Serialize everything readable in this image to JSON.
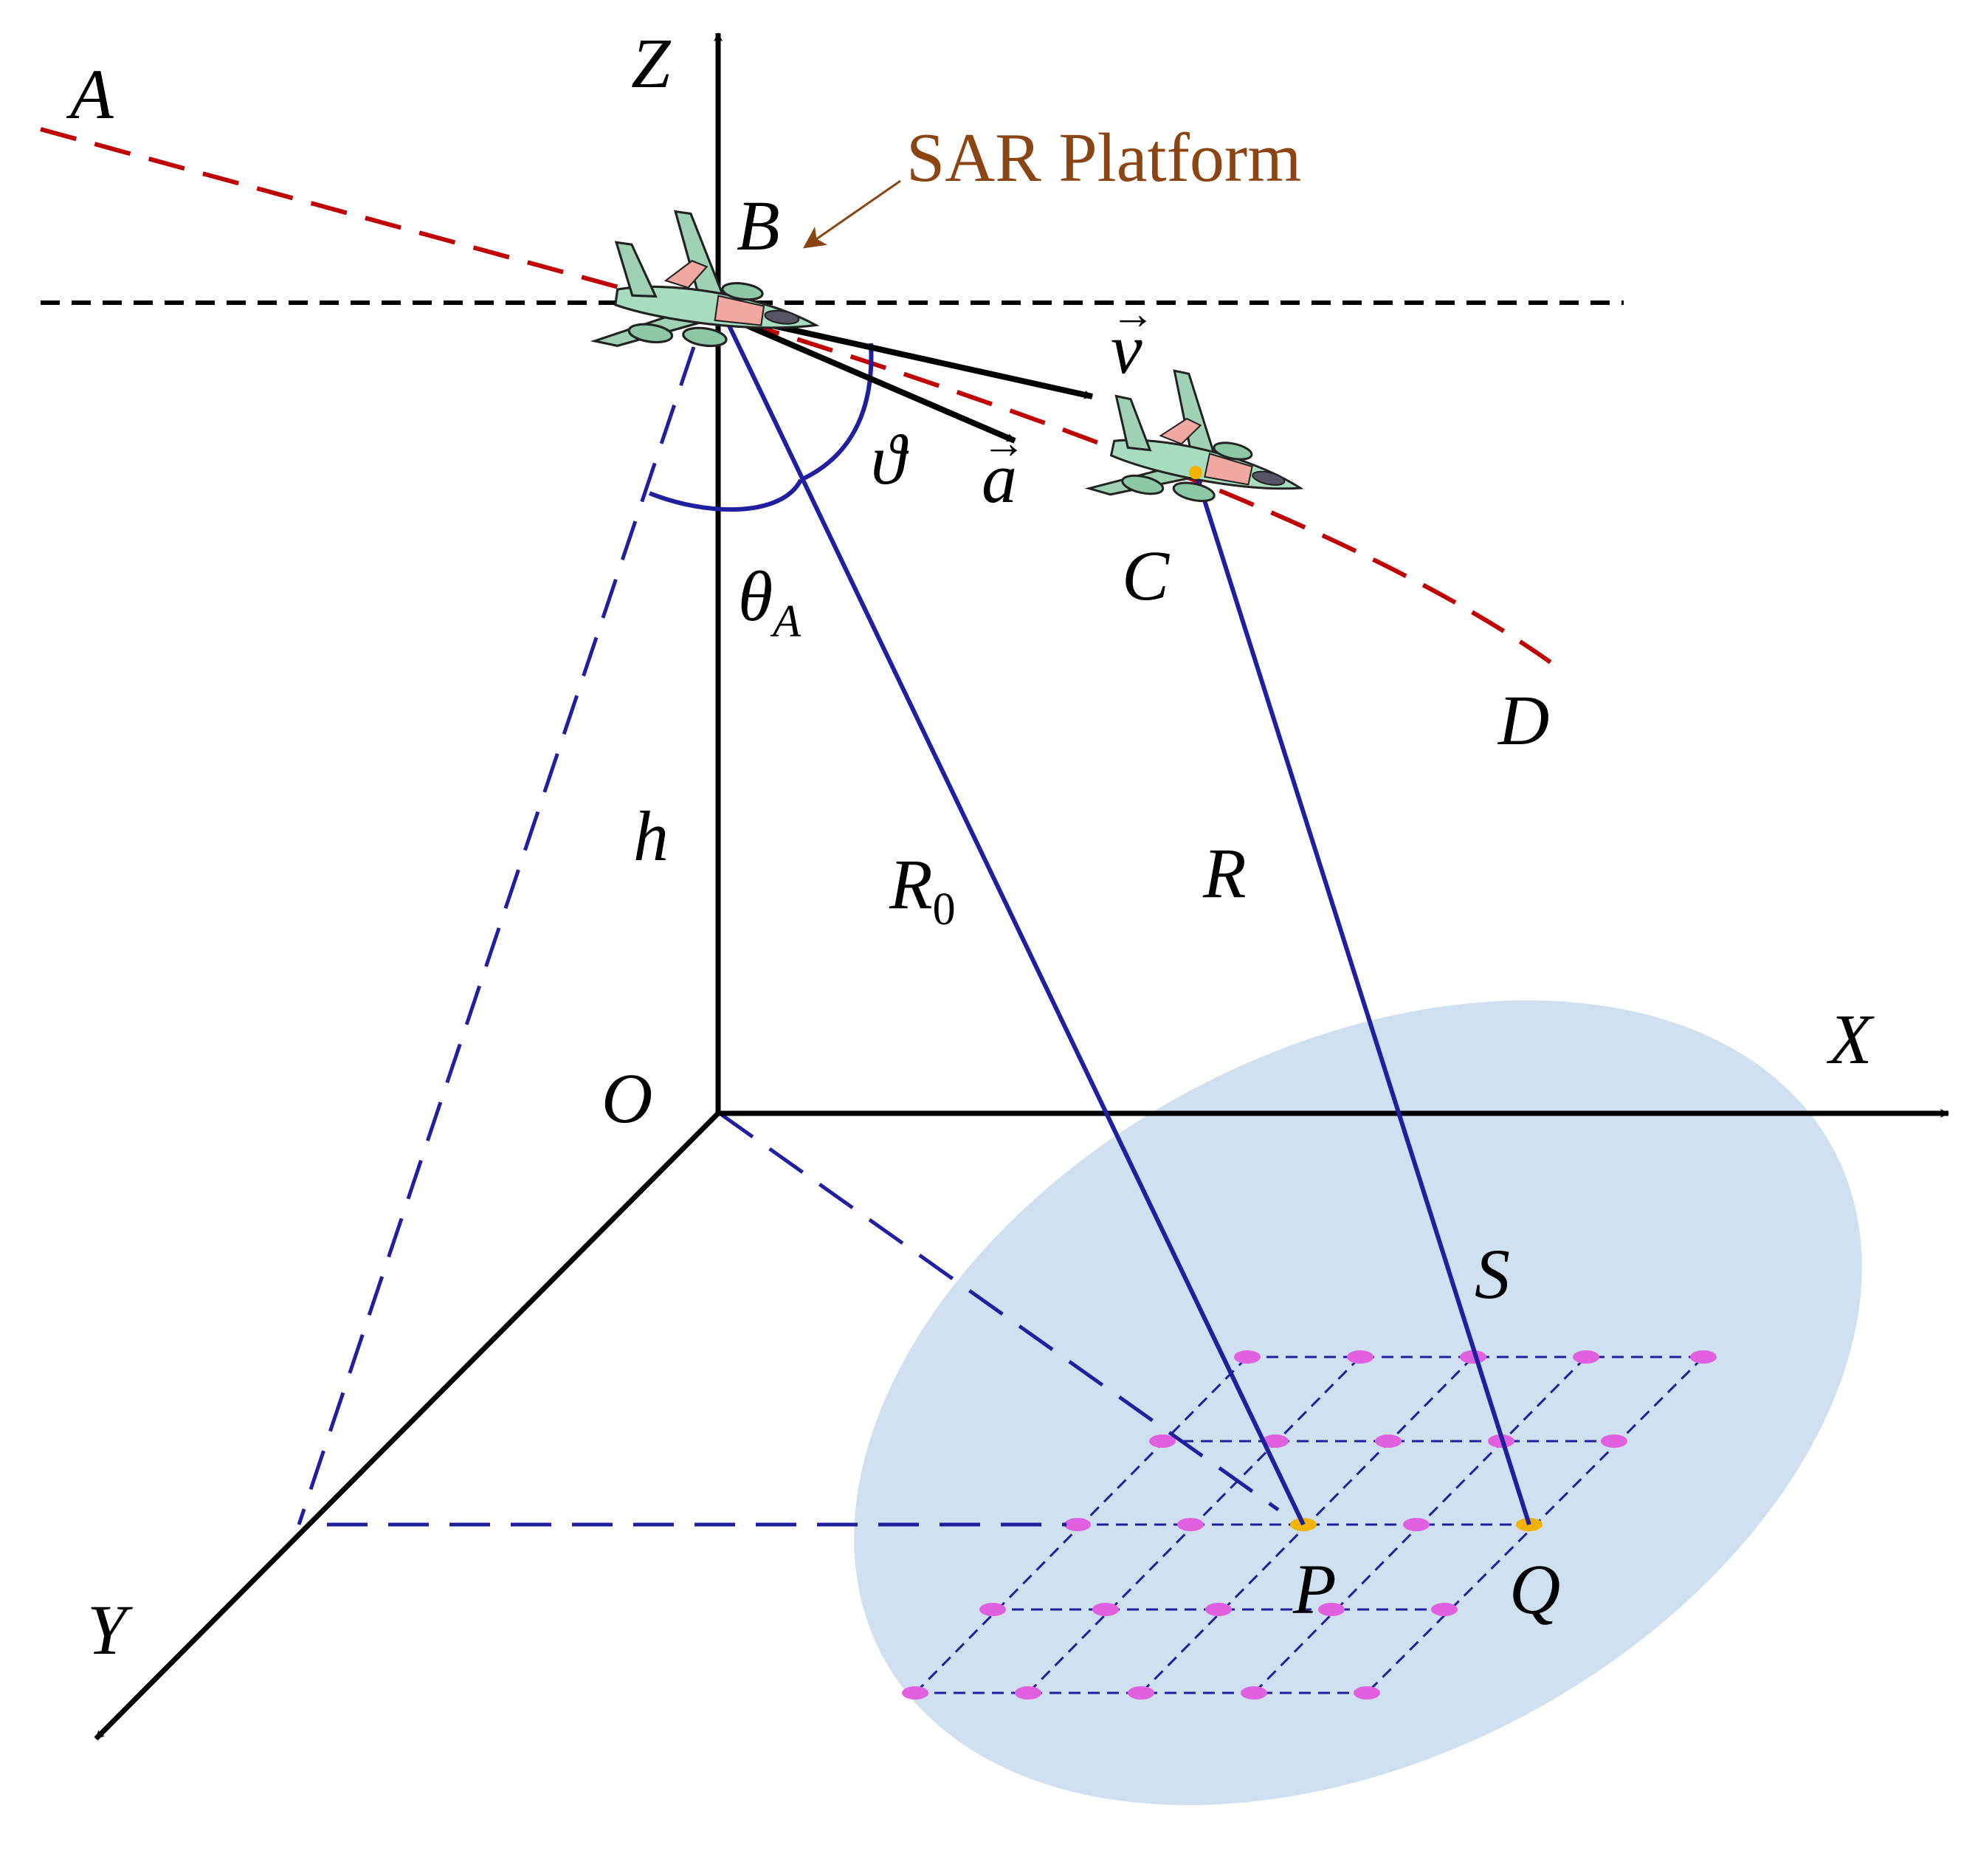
{
  "labels": {
    "point_a": "A",
    "point_b": "B",
    "point_c": "C",
    "point_d": "D",
    "point_o": "O",
    "point_p": "P",
    "point_q": "Q",
    "axis_x": "X",
    "axis_y": "Y",
    "axis_z": "Z",
    "height": "h",
    "range_r": "R",
    "range_r0_main": "R",
    "range_r0_sub": "0",
    "scene": "S",
    "theta_main": "θ",
    "theta_sub": "A",
    "angle_vartheta": "ϑ",
    "velocity": "v",
    "acceleration": "a",
    "vector_arrow": "→",
    "platform": "SAR Platform"
  },
  "colors": {
    "trajectory": "#C00000",
    "geometry_lines": "#1F1FA0",
    "axes": "#000000",
    "ground_ellipse": "#CFE0F0",
    "grid_points": "#E060E0",
    "target_points": "#F0B400",
    "platform_label": "#8B4513"
  },
  "icons": {
    "platform_icon": "fighter-jet-icon"
  }
}
